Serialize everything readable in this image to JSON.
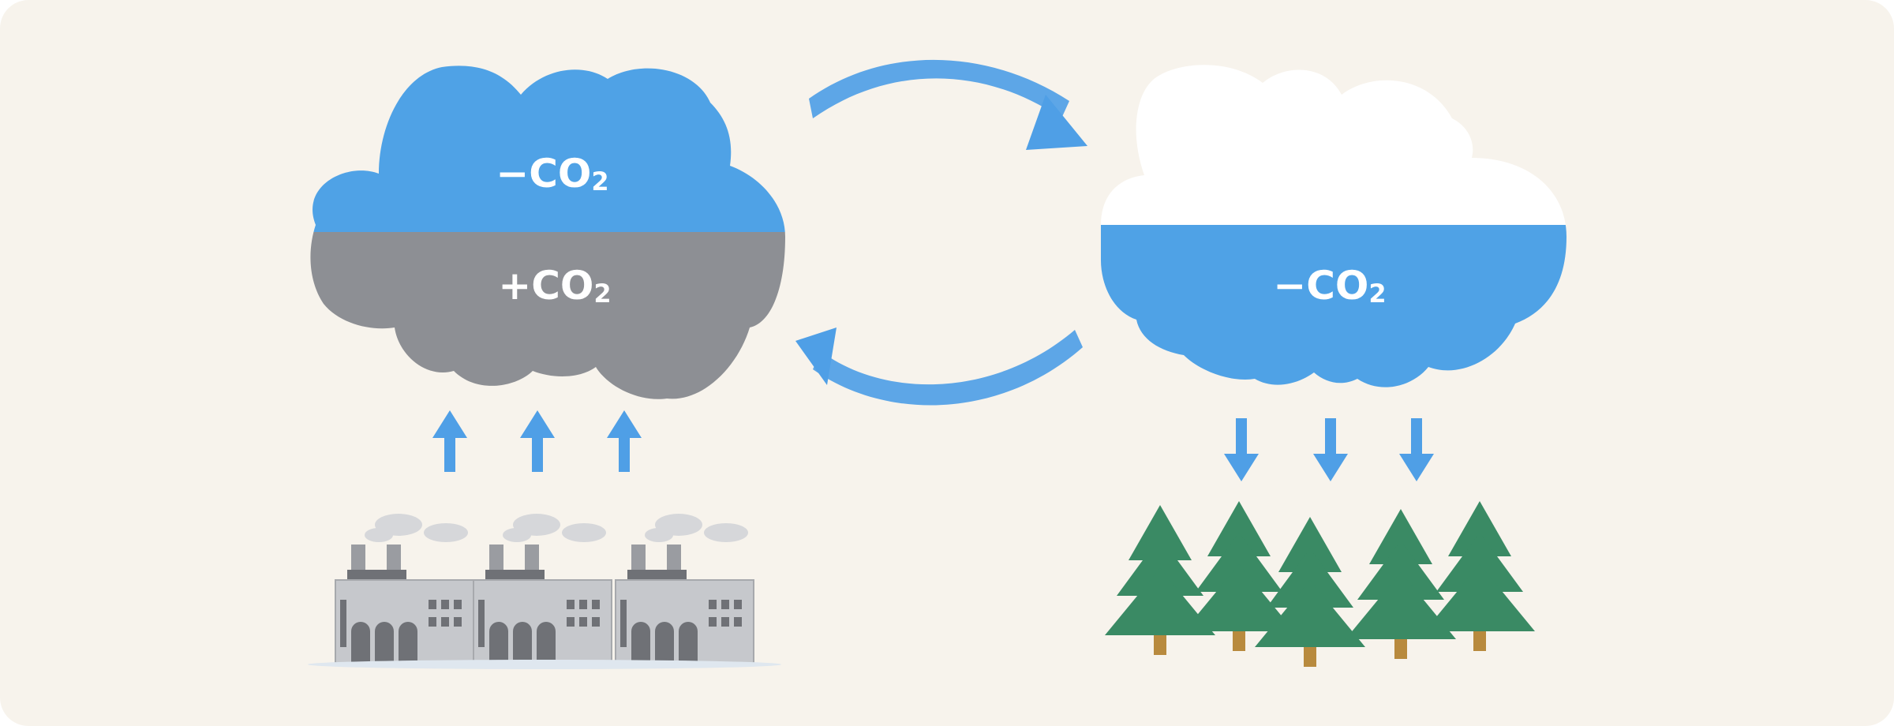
{
  "clouds": {
    "left": {
      "top_label": {
        "sign": "−",
        "species": "CO",
        "subscript": "2"
      },
      "bottom_label": {
        "sign": "+",
        "species": "CO",
        "subscript": "2"
      }
    },
    "right": {
      "label": {
        "sign": "−",
        "species": "CO",
        "subscript": "2"
      }
    }
  },
  "colors": {
    "background": "#f7f3ec",
    "cloud_blue": "#4fa2e6",
    "cloud_gray": "#8d8f94",
    "cloud_white": "#ffffff",
    "arrow_blue": "#4f9fe6",
    "factory_gray": "#c6c8cc",
    "smoke_gray": "#d6d7da",
    "tree_green": "#3a8a64",
    "trunk_brown": "#b88a3e"
  }
}
